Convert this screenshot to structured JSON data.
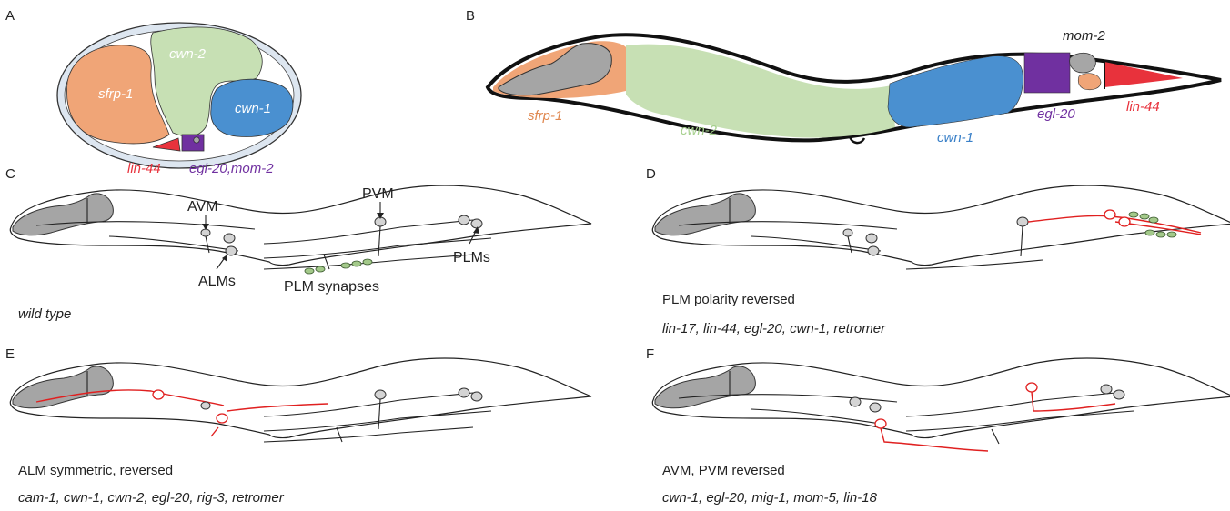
{
  "panels": {
    "A": {
      "letter": "A",
      "genes": [
        "sfrp-1",
        "cwn-2",
        "cwn-1",
        "lin-44",
        "egl-20,mom-2"
      ]
    },
    "B": {
      "letter": "B",
      "genes": [
        "mom-2",
        "sfrp-1",
        "cwn-2",
        "cwn-1",
        "egl-20",
        "lin-44"
      ]
    },
    "C": {
      "letter": "C",
      "labels": [
        "AVM",
        "PVM",
        "ALMs",
        "PLM synapses",
        "PLMs"
      ],
      "caption": "wild type"
    },
    "D": {
      "letter": "D",
      "caption": "PLM polarity reversed",
      "genes": "lin-17, lin-44, egl-20, cwn-1, retromer"
    },
    "E": {
      "letter": "E",
      "caption": "ALM symmetric, reversed",
      "genes": "cam-1, cwn-1, cwn-2, egl-20, rig-3, retromer"
    },
    "F": {
      "letter": "F",
      "caption": "AVM, PVM reversed",
      "genes": "cwn-1, egl-20, mig-1, mom-5, lin-18"
    }
  },
  "colors": {
    "sfrp-1": "#f0a577",
    "cwn-2": "#c7e0b4",
    "cwn-1": "#4a90d0",
    "egl-20": "#7030a0",
    "lin-44": "#e8323c",
    "mom-2": "#a6a6a6",
    "reversed-neurite": "#e02020",
    "synapse": "#a3c98a"
  }
}
